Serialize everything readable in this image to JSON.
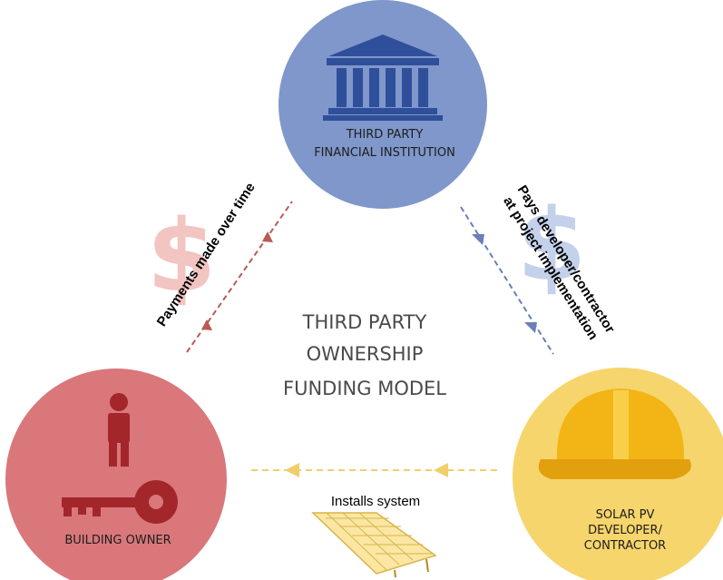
{
  "center": {
    "line1": "THIRD PARTY",
    "line2": "OWNERSHIP",
    "line3": "FUNDING MODEL"
  },
  "nodes": {
    "financial_institution": {
      "line1": "THIRD PARTY",
      "line2": "FINANCIAL INSTITUTION",
      "icon": "bank-icon",
      "color": "#7f97ca"
    },
    "building_owner": {
      "line1": "BUILDING OWNER",
      "icon": "person-key-icon",
      "color": "#d9777b"
    },
    "solar_developer": {
      "line1": "SOLAR PV",
      "line2": "DEVELOPER/",
      "line3": "CONTRACTOR",
      "icon": "hard-hat-icon",
      "color": "#f6d56c"
    }
  },
  "flows": {
    "payments": {
      "label": "Payments made over time",
      "color": "#b85a55",
      "icon": "dollar-icon"
    },
    "pays_developer": {
      "line1": "Pays developer/contractor",
      "line2": "at project implementation",
      "color": "#6a7fb8",
      "icon": "dollar-icon"
    },
    "installs": {
      "label": "Installs system",
      "color": "#f0cf6a",
      "icon": "solar-panel-icon"
    }
  }
}
